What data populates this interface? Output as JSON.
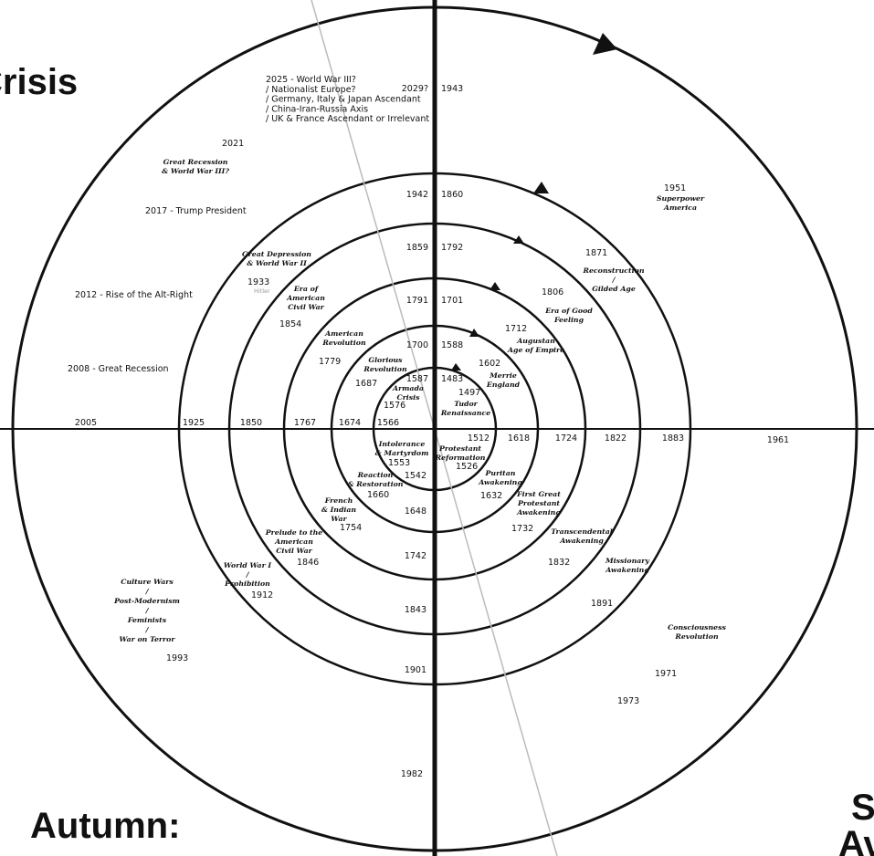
{
  "corner_labels": {
    "top_left": "Crisis",
    "bottom_left": "Autumn:",
    "bottom_right_1": "S",
    "bottom_right_2": "Av"
  },
  "spokes": {
    "vertical_up": [
      "2029?",
      "1943",
      "1942",
      "1860",
      "1859",
      "1792",
      "1791",
      "1701",
      "1700",
      "1588",
      "1587",
      "1483"
    ],
    "horizontal_left": [
      "2005",
      "1925",
      "1850",
      "1767",
      "1674",
      "1566"
    ],
    "horizontal_right": [
      "1512",
      "1618",
      "1724",
      "1822",
      "1883",
      "1961"
    ],
    "vertical_down": [
      "1542",
      "1648",
      "1742",
      "1843",
      "1901",
      "1982"
    ]
  },
  "ring1": {
    "n1483_1497": "1497",
    "tudor": "Tudor\nRenaissance",
    "armada": "Armada\nCrisis",
    "y1576": "1576",
    "intolerance": "Intolerance\n& Martyrdom",
    "y1553": "1553",
    "protestant": "Protestant\nReformation",
    "y1526": "1526"
  },
  "ring2": {
    "y1602": "1602",
    "merrie": "Merrie\nEngland",
    "glorious": "Glorious\nRevolution",
    "y1687": "1687",
    "reaction": "Reaction\n& Restoration",
    "y1660": "1660",
    "puritan": "Puritan\nAwakening",
    "y1632": "1632"
  },
  "ring3": {
    "y1712": "1712",
    "augustan": "Augustan\nAge of Empire",
    "american_rev": "American\nRevolution",
    "y1779": "1779",
    "french_indian": "French\n& Indian\nWar",
    "y1754": "1754",
    "first_great": "First Great\nProtestant\nAwakening",
    "y1732": "1732"
  },
  "ring4": {
    "y1806": "1806",
    "good_feeling": "Era of Good\nFeeling",
    "civil_war": "Era of\nAmerican\nCivil War",
    "y1854": "1854",
    "prelude": "Prelude to the\nAmerican\nCivil War",
    "y1846": "1846",
    "transcendental": "Transcendental\nAwakening",
    "y1832": "1832"
  },
  "ring5": {
    "y1871": "1871",
    "reconstruction": "Reconstruction\n/\nGilded Age",
    "depression": "Great Depression\n& World War II",
    "y1933": "1933",
    "hitler": "Hitler",
    "ww1": "World War I\n/\nProhibition",
    "y1912": "1912",
    "missionary": "Missionary\nAwakening",
    "y1891": "1891"
  },
  "ring6": {
    "y1951": "1951",
    "superpower": "Superpower\nAmerica",
    "culture_wars": "Culture Wars\n/\nPost-Modernism\n/\nFeminists\n/\nWar on Terror",
    "y1993": "1993",
    "consciousness": "Consciousness\nRevolution",
    "y1971": "1971",
    "y1973": "1973"
  },
  "crisis_notes": {
    "ww3": "2025 - World War III?\n/ Nationalist Europe?\n/ Germany, Italy & Japan Ascendant\n/ China-Iran-Russia Axis\n/ UK & France Ascendant or Irrelevant",
    "y2021": "2021",
    "recession_ww3": "Great Recession\n& World War III?",
    "trump": "2017 - Trump President",
    "alt_right": "2012 - Rise of the Alt-Right",
    "recession": "2008 - Great Recession"
  }
}
